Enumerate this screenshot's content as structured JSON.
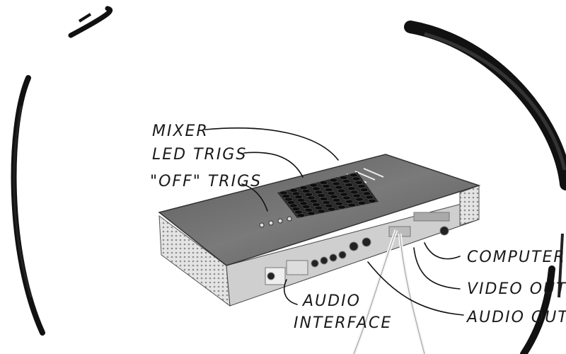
{
  "labels": {
    "mixer": "MIXER",
    "led_trigs": "LED TRIGS",
    "off_trigs": "\"OFF\" TRIGS",
    "computer": "COMPUTER",
    "video_out": "VIDEO OUT",
    "audio_out": "AUDIO OUT",
    "audio_interface_line1": "AUDIO",
    "audio_interface_line2": "INTERFACE"
  },
  "colors": {
    "ink": "#111111",
    "panel_top": "#6a6a6a",
    "panel_side": "#d8d8d8",
    "perforation": "#9a9a9a",
    "button": "#0d0d0d"
  },
  "buttons": {
    "rows": 8,
    "cols": 8
  }
}
